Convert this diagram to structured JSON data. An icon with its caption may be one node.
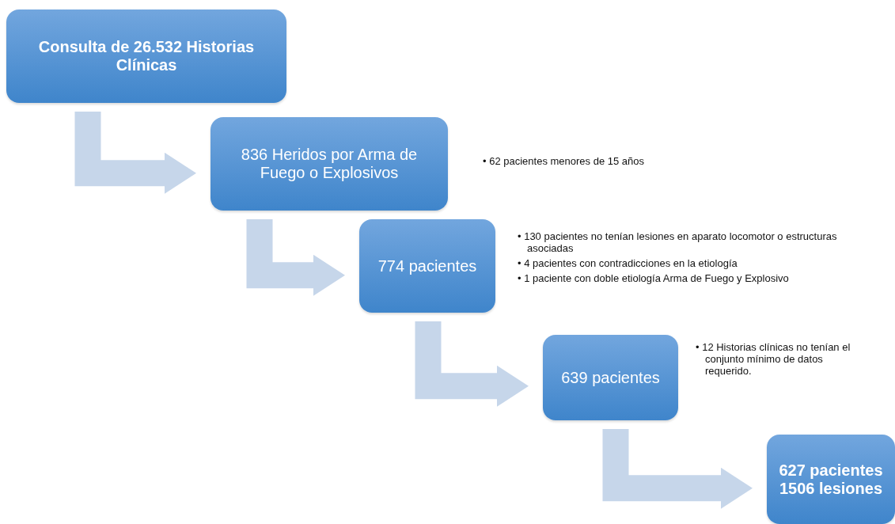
{
  "diagram": {
    "nodes": [
      {
        "text": [
          "Consulta de 26.532 Historias Clínicas"
        ]
      },
      {
        "text": [
          "836 Heridos por Arma de Fuego o Explosivos"
        ],
        "beside": [
          "• 62 pacientes menores de 15 años"
        ]
      },
      {
        "text": [
          "774 pacientes"
        ],
        "beside": [
          "• 130 pacientes no tenían lesiones en aparato locomotor o estructuras asociadas",
          "• 4 pacientes con contradicciones en la etiología",
          "• 1 paciente con doble etiología Arma de Fuego y Explosivo"
        ]
      },
      {
        "text": [
          "639 pacientes"
        ],
        "beside": [
          "• 12 Historias clínicas no tenían el conjunto mínimo de datos requerido."
        ]
      },
      {
        "text": [
          "627 pacientes 1506 lesiones"
        ]
      }
    ],
    "edges": [
      {
        "from": 0,
        "to": 1,
        "arrow": "to"
      },
      {
        "from": 1,
        "to": 2,
        "arrow": "to"
      },
      {
        "from": 2,
        "to": 3,
        "arrow": "to"
      },
      {
        "from": 3,
        "to": 4,
        "arrow": "to"
      }
    ]
  }
}
